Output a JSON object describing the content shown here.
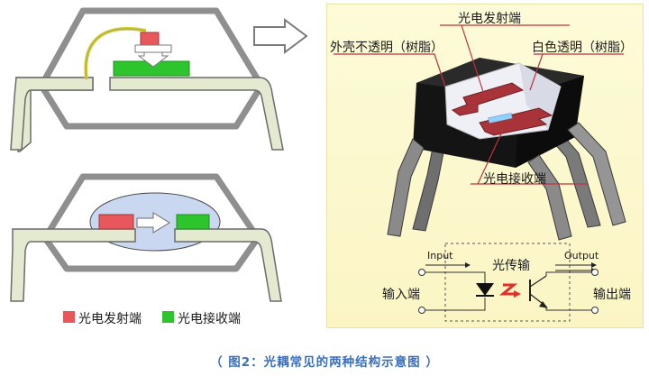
{
  "legend": {
    "emitter_label": "光电发射端",
    "receiver_label": "光电接收端",
    "emitter_color": "#e8575c",
    "receiver_color": "#2ec42e"
  },
  "device3d": {
    "emitter_end": "光电发射端",
    "opaque_shell": "外壳不透明（树脂）",
    "white_transparent": "白色透明（树脂）",
    "receiver_end": "光电接收端"
  },
  "schematic": {
    "input": "Input",
    "output": "Output",
    "light_transfer": "光传输",
    "input_end": "输入端",
    "output_end": "输出端"
  },
  "caption": "（ 图2：光耦常见的两种结构示意图 ）",
  "colors": {
    "package_gray": "#9a9a9a",
    "lead_fill": "#e2e8c8",
    "caption_blue": "#3a6fc0",
    "panel_bg": "#fbf5c4"
  }
}
